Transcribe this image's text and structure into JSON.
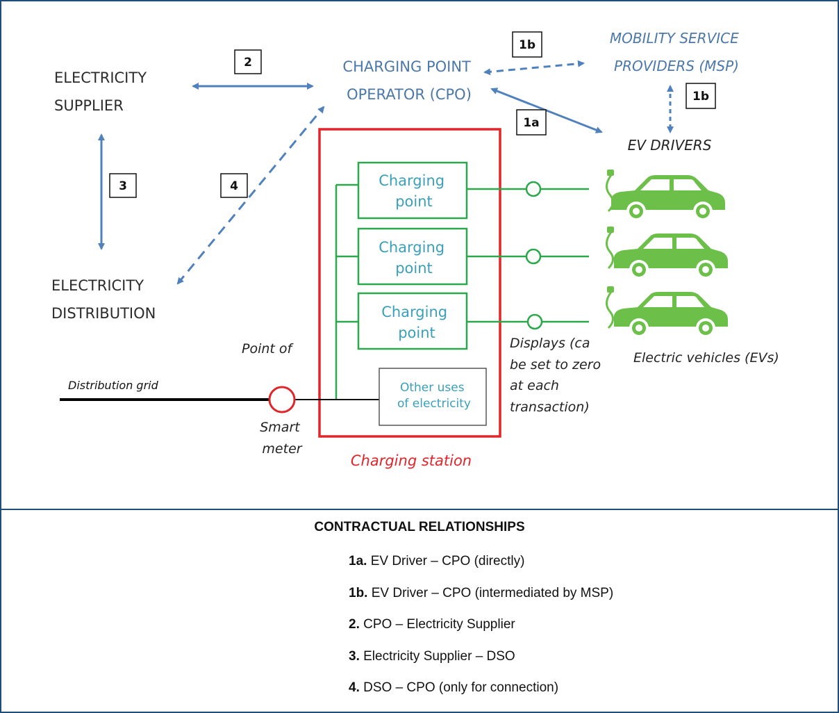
{
  "actors": {
    "supplier": [
      "ELECTRICITY",
      "SUPPLIER"
    ],
    "distribution": [
      "ELECTRICITY",
      "DISTRIBUTION"
    ],
    "cpo": [
      "CHARGING POINT",
      "OPERATOR (CPO)"
    ],
    "msp": [
      "MOBILITY SERVICE",
      "PROVIDERS (MSP)"
    ],
    "ev_drivers": "EV DRIVERS"
  },
  "relation_tags": {
    "t2": "2",
    "t3": "3",
    "t4": "4",
    "t1b_top": "1b",
    "t1b_right": "1b",
    "t1a": "1a"
  },
  "station": {
    "charging_points": [
      [
        "Charging",
        "point"
      ],
      [
        "Charging",
        "point"
      ],
      [
        "Charging",
        "point"
      ]
    ],
    "other_uses": [
      "Other uses",
      "of electricity"
    ],
    "label": "Charging station"
  },
  "grid": {
    "distribution_grid": "Distribution grid",
    "point_of": "Point of",
    "smart_meter": [
      "Smart",
      "meter"
    ],
    "displays": [
      "Displays (ca",
      "be set to zero",
      "at each",
      "transaction)"
    ],
    "electric_vehicles": "Electric vehicles (EVs)"
  },
  "colors": {
    "border": "#1f4e79",
    "arrow": "#4f81bd",
    "station": "#e0262b",
    "charging": "#2aa84a",
    "car": "#6cc04a",
    "cp_text": "#3aa0b8"
  },
  "legend": {
    "title": "CONTRACTUAL RELATIONSHIPS",
    "items": [
      {
        "code": "1a.",
        "text": " EV Driver – CPO (directly)"
      },
      {
        "code": "1b.",
        "text": " EV Driver – CPO (intermediated by MSP)"
      },
      {
        "code": "2.",
        "text": " CPO – Electricity Supplier"
      },
      {
        "code": "3.",
        "text": " Electricity Supplier – DSO"
      },
      {
        "code": "4.",
        "text": " DSO – CPO (only for connection)"
      }
    ]
  }
}
